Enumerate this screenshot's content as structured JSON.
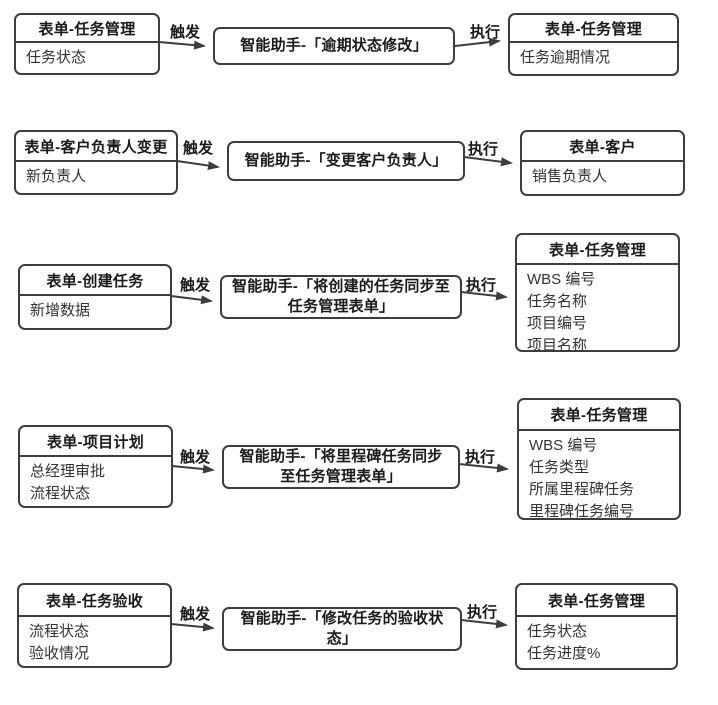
{
  "diagram": {
    "trigger_label": "触发",
    "exec_label": "执行",
    "colors": {
      "border": "#3d3d3d",
      "title_text": "#1a1a1a",
      "field_text": "#333333",
      "background": "#ffffff"
    },
    "rows": [
      {
        "source": {
          "title": "表单-任务管理",
          "fields": [
            "任务状态"
          ]
        },
        "assistant": "智能助手-「逾期状态修改」",
        "target": {
          "title": "表单-任务管理",
          "fields": [
            "任务逾期情况"
          ]
        }
      },
      {
        "source": {
          "title": "表单-客户负责人变更",
          "fields": [
            "新负责人"
          ]
        },
        "assistant": "智能助手-「变更客户负责人」",
        "target": {
          "title": "表单-客户",
          "fields": [
            "销售负责人"
          ]
        }
      },
      {
        "source": {
          "title": "表单-创建任务",
          "fields": [
            "新增数据"
          ]
        },
        "assistant": "智能助手-「将创建的任务同步至任务管理表单」",
        "target": {
          "title": "表单-任务管理",
          "fields": [
            "WBS 编号",
            "任务名称",
            "项目编号",
            "项目名称"
          ]
        }
      },
      {
        "source": {
          "title": "表单-项目计划",
          "fields": [
            "总经理审批",
            "流程状态"
          ]
        },
        "assistant": "智能助手-「将里程碑任务同步至任务管理表单」",
        "target": {
          "title": "表单-任务管理",
          "fields": [
            "WBS 编号",
            "任务类型",
            "所属里程碑任务",
            "里程碑任务编号"
          ]
        }
      },
      {
        "source": {
          "title": "表单-任务验收",
          "fields": [
            "流程状态",
            "验收情况"
          ]
        },
        "assistant": "智能助手-「修改任务的验收状态」",
        "target": {
          "title": "表单-任务管理",
          "fields": [
            "任务状态",
            "任务进度%"
          ]
        }
      }
    ]
  }
}
